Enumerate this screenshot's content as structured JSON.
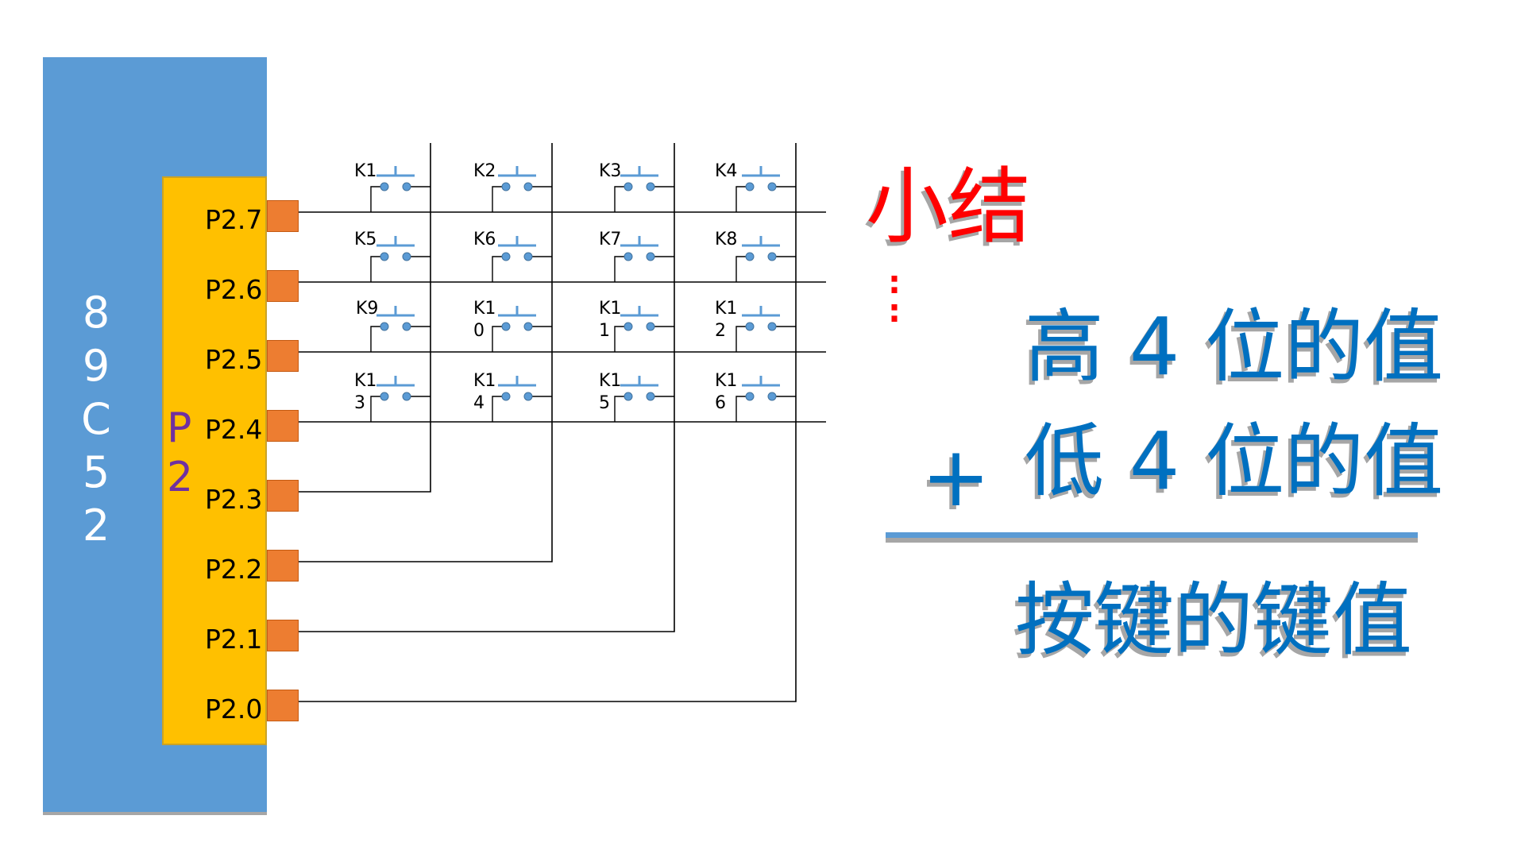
{
  "chip": {
    "label_chars": [
      "8",
      "9",
      "C",
      "5",
      "2"
    ]
  },
  "port": {
    "letters": [
      "P",
      "2"
    ]
  },
  "pins": [
    "P2.7",
    "P2.6",
    "P2.5",
    "P2.4",
    "P2.3",
    "P2.2",
    "P2.1",
    "P2.0"
  ],
  "keys": [
    {
      "l1": "K1",
      "l2": ""
    },
    {
      "l1": "K2",
      "l2": ""
    },
    {
      "l1": "K3",
      "l2": ""
    },
    {
      "l1": "K4",
      "l2": ""
    },
    {
      "l1": "K5",
      "l2": ""
    },
    {
      "l1": "K6",
      "l2": ""
    },
    {
      "l1": "K7",
      "l2": ""
    },
    {
      "l1": "K8",
      "l2": ""
    },
    {
      "l1": "K9",
      "l2": ""
    },
    {
      "l1": "K1",
      "l2": "0"
    },
    {
      "l1": "K1",
      "l2": "1"
    },
    {
      "l1": "K1",
      "l2": "2"
    },
    {
      "l1": "K1",
      "l2": "3"
    },
    {
      "l1": "K1",
      "l2": "4"
    },
    {
      "l1": "K1",
      "l2": "5"
    },
    {
      "l1": "K1",
      "l2": "6"
    }
  ],
  "summary": {
    "title": "小结",
    "colon": [
      ":",
      ":"
    ],
    "line1": "高 4 位的值",
    "plus": "+",
    "line2": "低 4 位的值",
    "result": "按键的键值"
  }
}
